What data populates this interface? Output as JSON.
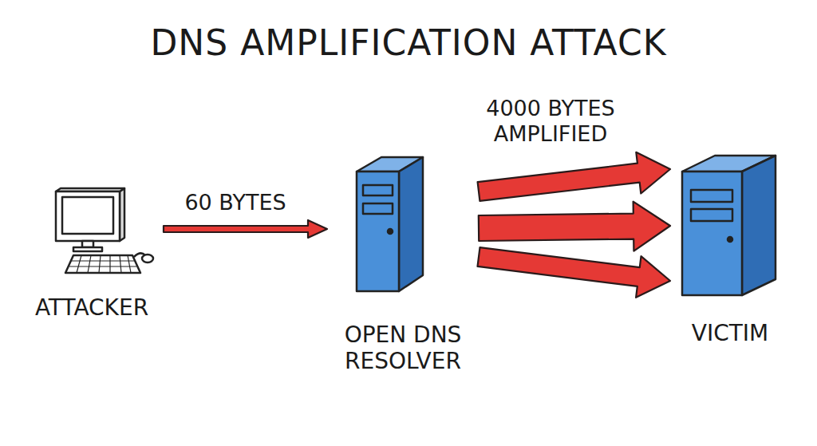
{
  "diagram": {
    "title": "DNS AMPLIFICATION ATTACK",
    "nodes": [
      {
        "text": [
          "ATTACKER"
        ]
      },
      {
        "text": [
          "OPEN DNS RESOLVER"
        ]
      },
      {
        "text": [
          "VICTIM"
        ]
      }
    ],
    "edges": [
      {
        "from": 0,
        "to": 1,
        "arrow": "to",
        "label": "60 BYTES"
      },
      {
        "from": 1,
        "to": 2,
        "arrow": "to",
        "label": "4000 BYTES AMPLIFIED"
      },
      {
        "from": 1,
        "to": 2,
        "arrow": "to"
      },
      {
        "from": 1,
        "to": 2,
        "arrow": "to"
      }
    ]
  }
}
